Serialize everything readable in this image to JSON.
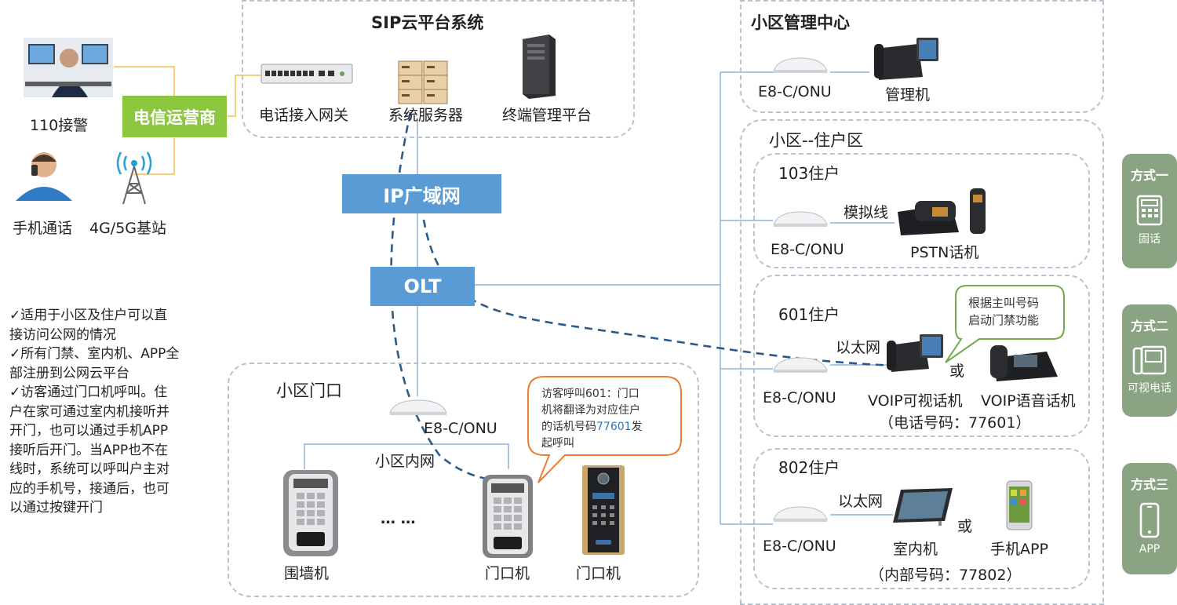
{
  "left": {
    "police_label": "110接警",
    "carrier_label": "电信运营商",
    "mobile_label": "手机通话",
    "station_label": "4G/5G基站",
    "notes": [
      "✓适用于小区及住户可以直",
      "接访问公网的情况",
      "✓所有门禁、室内机、APP全",
      "部注册到公网云平台",
      "✓访客通过门口机呼叫。住",
      "户在家可通过室内机接听并",
      "开门，也可以通过手机APP",
      "接听后开门。当APP也不在",
      "线时，系统可以呼叫户主对",
      "应的手机号，接通后，也可",
      "以通过按键开门"
    ]
  },
  "sip": {
    "title": "SIP云平台系统",
    "gateway_label": "电话接入网关",
    "server_label": "系统服务器",
    "terminal_label": "终端管理平台"
  },
  "network": {
    "ip_label": "IP广域网",
    "olt_label": "OLT"
  },
  "gate": {
    "title": "小区门口",
    "onu_label": "E8-C/ONU",
    "lan_label": "小区内网",
    "wall_label": "围墙机",
    "ellipsis": "… …",
    "door1_label": "门口机",
    "door2_label": "门口机",
    "callout": [
      "访客呼叫601：门口",
      "机将翻译为对应住户",
      "的话机号码",
      "77601",
      "发",
      "起呼叫"
    ]
  },
  "mgmt": {
    "title": "小区管理中心",
    "onu_label": "E8-C/ONU",
    "device_label": "管理机"
  },
  "residential": {
    "title": "小区--住户区",
    "r103": {
      "title": "103住户",
      "onu_label": "E8-C/ONU",
      "line_label": "模拟线",
      "phone_label": "PSTN话机"
    },
    "r601": {
      "title": "601住户",
      "onu_label": "E8-C/ONU",
      "line_label": "以太网",
      "video_label": "VOIP可视话机",
      "or": "或",
      "voice_label": "VOIP语音话机",
      "number": "（电话号码：77601）",
      "callout": [
        "根据主叫号码",
        "启动门禁功能"
      ]
    },
    "r802": {
      "title": "802住户",
      "onu_label": "E8-C/ONU",
      "line_label": "以太网",
      "indoor_label": "室内机",
      "or": "或",
      "app_label": "手机APP",
      "number": "（内部号码：77802）"
    }
  },
  "side": [
    {
      "title": "方式一",
      "label": "固话",
      "icon": "landline-icon"
    },
    {
      "title": "方式二",
      "label": "可视电话",
      "icon": "video-phone-icon"
    },
    {
      "title": "方式三",
      "label": "APP",
      "icon": "smartphone-icon"
    }
  ],
  "colors": {
    "accent_blue": "#5b9bd5",
    "carrier_green": "#8dc63f",
    "side_green": "#8aa383",
    "callout_orange": "#ed7d31",
    "callout_green": "#70ad47",
    "link_blue": "#2e75b6"
  }
}
